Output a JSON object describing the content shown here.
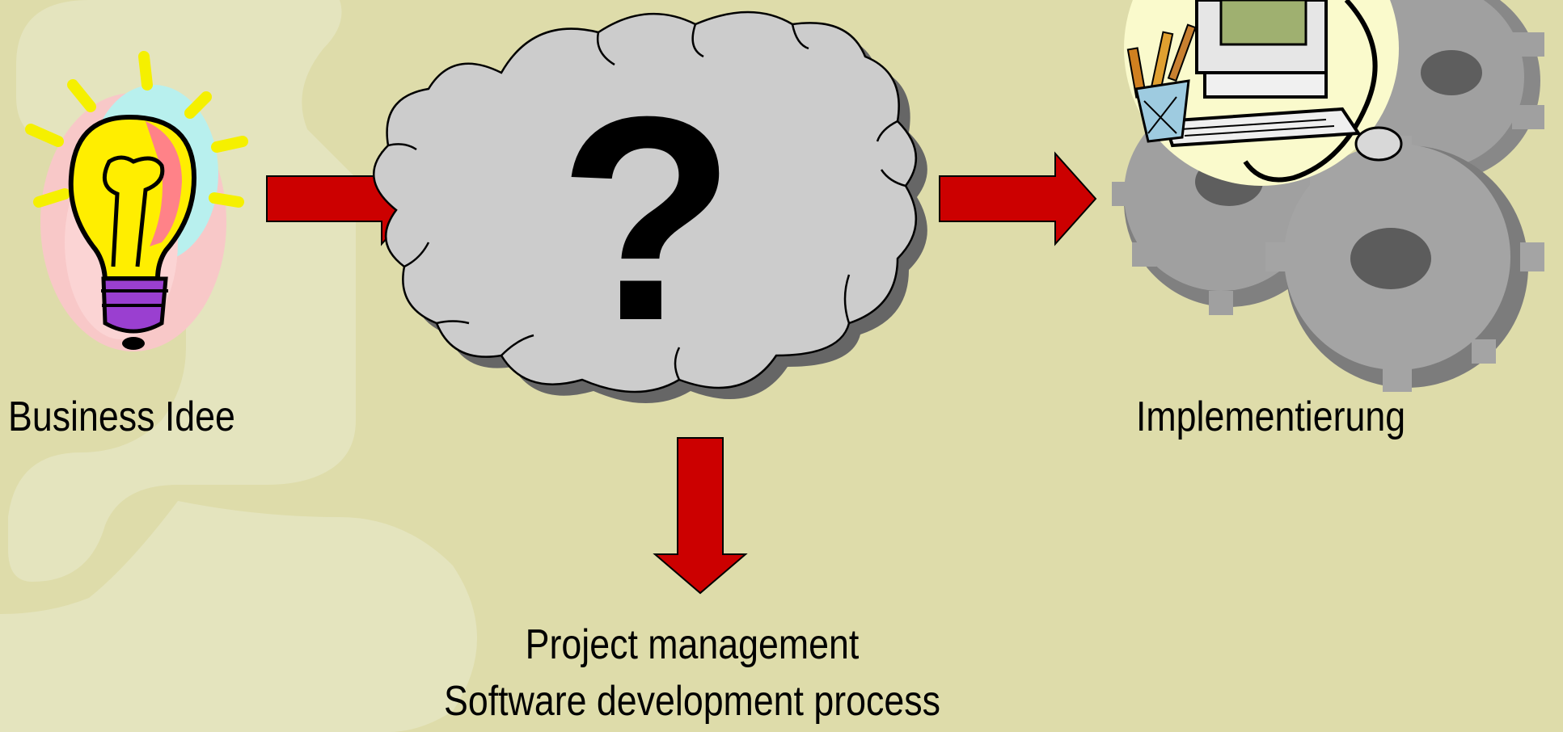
{
  "diagram": {
    "start_label": "Business Idee",
    "end_label": "Implementierung",
    "middle_symbol": "?",
    "bottom_lines": [
      "Project management",
      "Software development process"
    ],
    "icons": [
      "light-bulb-icon",
      "question-cloud-icon",
      "computer-gears-icon"
    ],
    "colors": {
      "background": "#dedcaa",
      "arrow": "#cc0000",
      "cloud": "#cccccc",
      "gear": "#9a9a9a"
    }
  }
}
